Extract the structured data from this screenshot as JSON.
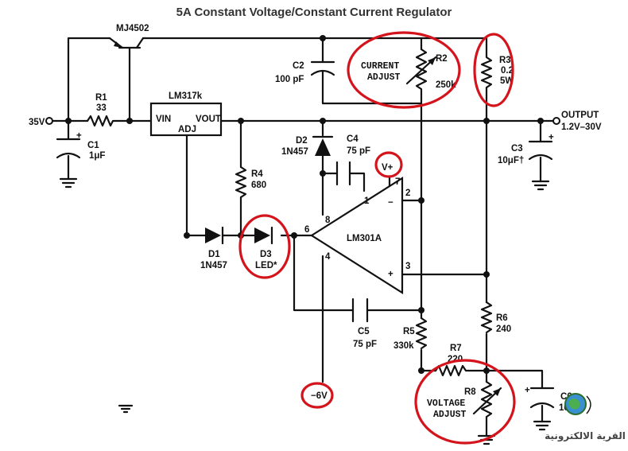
{
  "title": "5A Constant Voltage/Constant Current Regulator",
  "transistor": "MJ4502",
  "input_voltage": "35V",
  "output": {
    "label": "OUTPUT",
    "range": "1.2V–30V"
  },
  "regulator": {
    "name": "LM317k",
    "vin": "VIN",
    "vout": "VOUT",
    "adj": "ADJ"
  },
  "opamp": {
    "name": "LM301A",
    "supply_pos": "V+",
    "supply_neg": "−6V",
    "pins": [
      "1",
      "2",
      "3",
      "4",
      "6",
      "7",
      "8"
    ],
    "minus": "−",
    "plus": "+"
  },
  "components": {
    "R1": {
      "ref": "R1",
      "value": "33"
    },
    "R2": {
      "ref": "R2",
      "value": "250k"
    },
    "R3": {
      "ref": "R3",
      "value": "0.2",
      "rating": "5W"
    },
    "R4": {
      "ref": "R4",
      "value": "680"
    },
    "R5": {
      "ref": "R5",
      "value": "330k"
    },
    "R6": {
      "ref": "R6",
      "value": "240"
    },
    "R7": {
      "ref": "R7",
      "value": "220"
    },
    "R8": {
      "ref": "R8"
    },
    "C1": {
      "ref": "C1",
      "value": "1μF"
    },
    "C2": {
      "ref": "C2",
      "value": "100 pF"
    },
    "C3": {
      "ref": "C3",
      "value": "10μF†"
    },
    "C4": {
      "ref": "C4",
      "value": "75 pF"
    },
    "C5": {
      "ref": "C5",
      "value": "75 pF"
    },
    "C6": {
      "ref": "C6",
      "value": "10μF"
    },
    "D1": {
      "ref": "D1",
      "value": "1N457"
    },
    "D2": {
      "ref": "D2",
      "value": "1N457"
    },
    "D3": {
      "ref": "D3",
      "value": "LED*"
    }
  },
  "adjust_labels": {
    "current": [
      "CURRENT",
      "ADJUST"
    ],
    "voltage": [
      "VOLTAGE",
      "ADJUST"
    ]
  },
  "watermark": "القرية الالكترونية",
  "highlight_color": "#d4141c"
}
